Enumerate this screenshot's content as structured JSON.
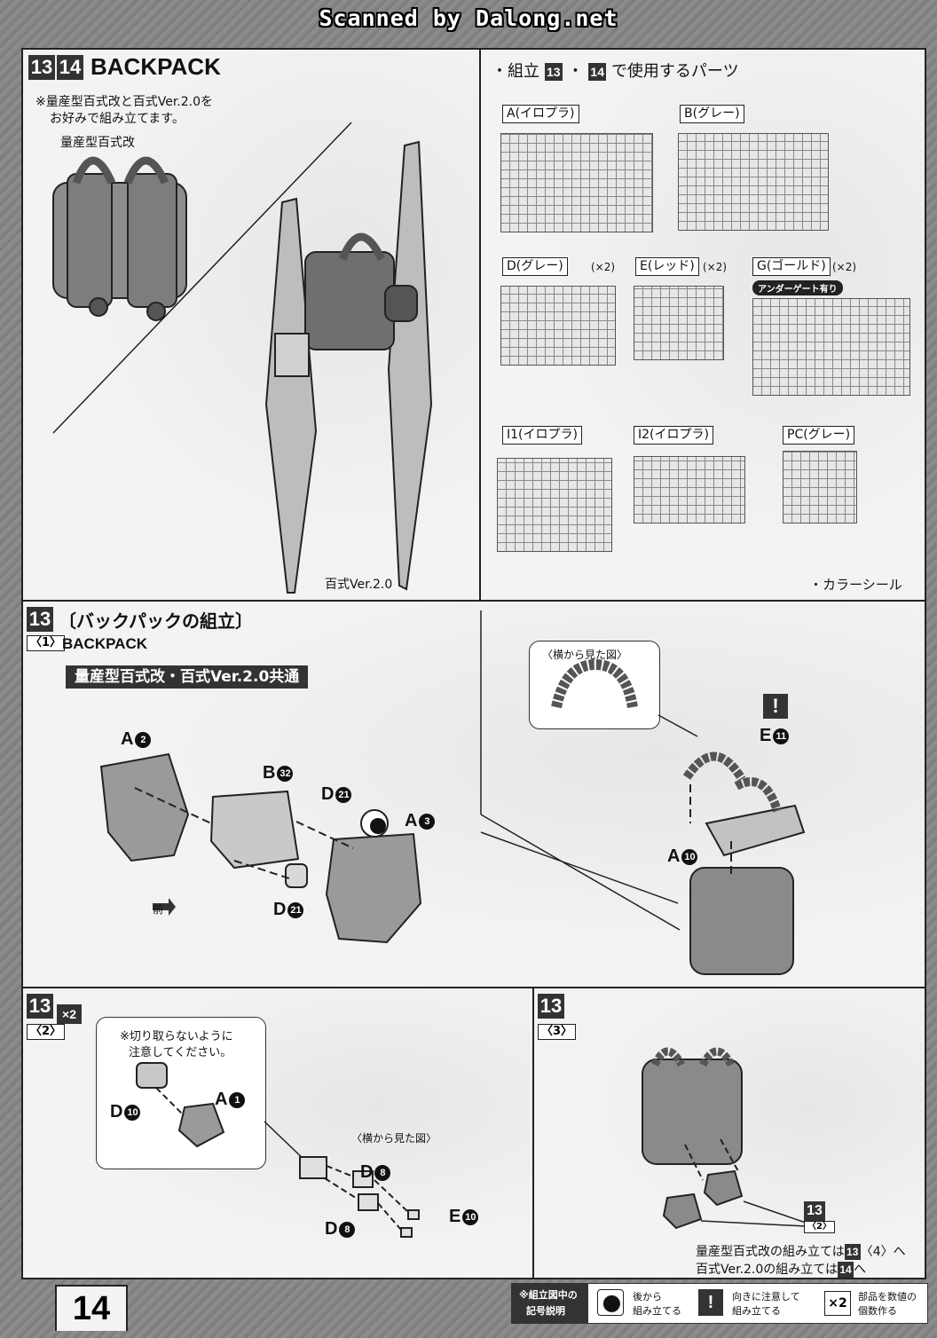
{
  "header": {
    "scanned_by": "Scanned by Dalong.net"
  },
  "top_left": {
    "step_a": "13",
    "step_b": "14",
    "title": "BACKPACK",
    "note_line1": "※量産型百式改と百式Ver.2.0を",
    "note_line2": "お好みで組み立てます。",
    "variant_a": "量産型百式改",
    "variant_b": "百式Ver.2.0"
  },
  "top_right": {
    "heading_pre": "・組立",
    "step_a": "13",
    "sep": "・",
    "step_b": "14",
    "heading_post": "で使用するパーツ",
    "runners": [
      {
        "label": "A(イロプラ)",
        "mult": ""
      },
      {
        "label": "B(グレー)",
        "mult": ""
      },
      {
        "label": "D(グレー)",
        "mult": "(×2)"
      },
      {
        "label": "E(レッド)",
        "mult": "(×2)"
      },
      {
        "label": "G(ゴールド)",
        "mult": "(×2)"
      },
      {
        "label": "I1(イロプラ)",
        "mult": ""
      },
      {
        "label": "I2(イロプラ)",
        "mult": ""
      },
      {
        "label": "PC(グレー)",
        "mult": ""
      }
    ],
    "undergate": "アンダーゲート有り",
    "color_sticker": "・カラーシール"
  },
  "middle": {
    "step": "13",
    "title": "〔バックパックの組立〕",
    "substep": "〈1〉",
    "subtitle": "BACKPACK",
    "banner": "量産型百式改・百式Ver.2.0共通",
    "side_view": "〈横から見た図〉",
    "front": "前",
    "parts": {
      "a2": {
        "letter": "A",
        "num": "2"
      },
      "b32": {
        "letter": "B",
        "num": "32"
      },
      "d21a": {
        "letter": "D",
        "num": "21"
      },
      "a3": {
        "letter": "A",
        "num": "3"
      },
      "d21b": {
        "letter": "D",
        "num": "21"
      },
      "e11": {
        "letter": "E",
        "num": "11"
      },
      "a10": {
        "letter": "A",
        "num": "10"
      }
    },
    "warning": "!"
  },
  "bottom_left": {
    "step": "13",
    "substep": "〈2〉",
    "x2": "×2",
    "note_line1": "※切り取らないように",
    "note_line2": "注意してください。",
    "side_view": "〈横から見た図〉",
    "parts": {
      "a1": {
        "letter": "A",
        "num": "1"
      },
      "d10": {
        "letter": "D",
        "num": "10"
      },
      "d8a": {
        "letter": "D",
        "num": "8"
      },
      "d8b": {
        "letter": "D",
        "num": "8"
      },
      "e10": {
        "letter": "E",
        "num": "10"
      }
    }
  },
  "bottom_right": {
    "step": "13",
    "substep": "〈3〉",
    "ref_step": "13",
    "ref_sub": "〈2〉",
    "line1_pre": "量産型百式改の組み立ては",
    "line1_step": "13",
    "line1_post": "〈4〉へ",
    "line2_pre": "百式Ver.2.0の組み立ては",
    "line2_step": "14",
    "line2_post": "へ"
  },
  "legend": {
    "title_line1": "※組立図中の",
    "title_line2": "記号説明",
    "item1_line1": "後から",
    "item1_line2": "組み立てる",
    "item2_line1": "向きに注意して",
    "item2_line2": "組み立てる",
    "item3_icon": "×2",
    "item3_line1": "部品を数値の",
    "item3_line2": "個数作る"
  },
  "page_number": "14"
}
